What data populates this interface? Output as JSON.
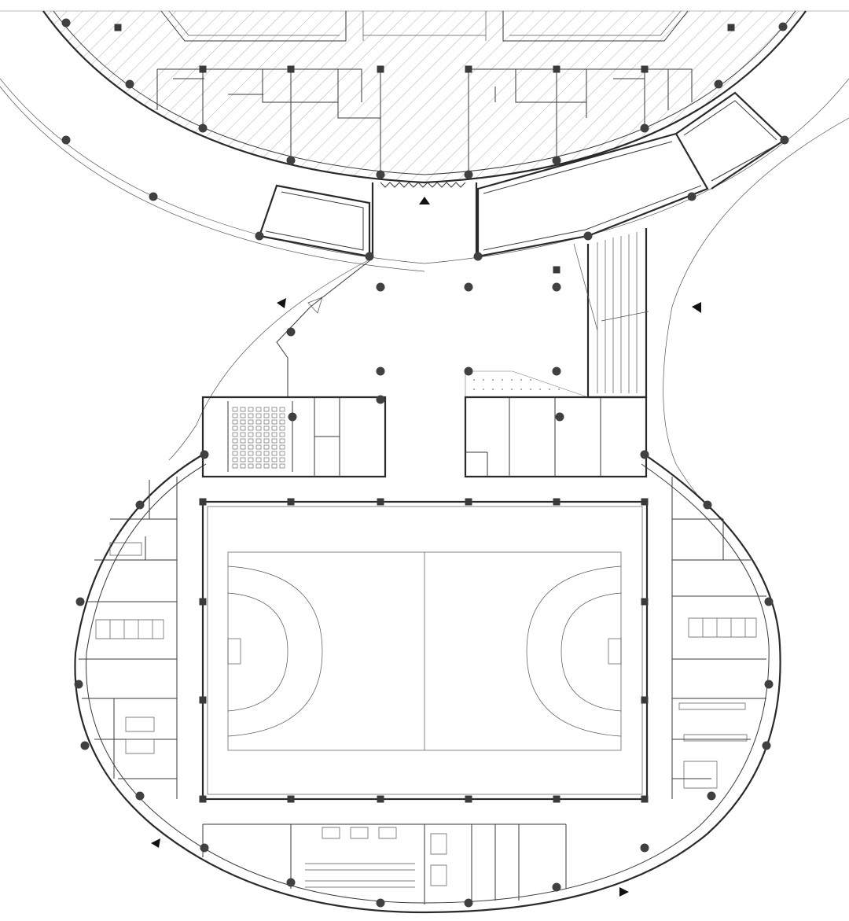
{
  "drawing": {
    "type": "architectural-floor-plan",
    "colors": {
      "background": "#ffffff",
      "line": "#2a2a2a",
      "column_fill": "#404040",
      "hatch": "#9a9a9a",
      "entry_marker": "#111111"
    },
    "markers": {
      "entrance_marker_icon": "filled-triangle",
      "round_column_icon": "filled-circle",
      "square_column_icon": "filled-square"
    }
  }
}
